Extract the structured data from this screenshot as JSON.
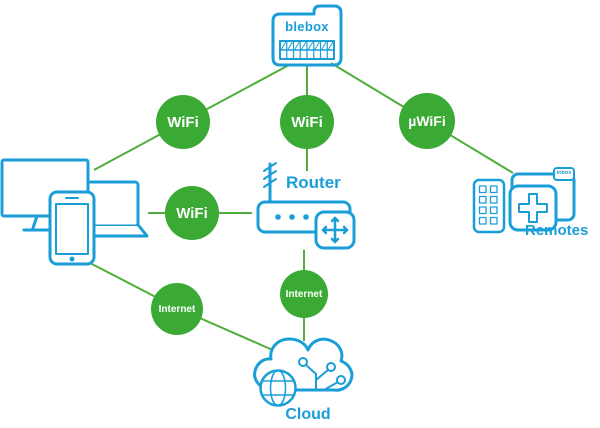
{
  "colors": {
    "blue": "#1a9ed8",
    "green": "#3aaa35",
    "line": "#4fae3c"
  },
  "nodes": {
    "blebox": {
      "label": "blebox"
    },
    "router": {
      "label": "Router"
    },
    "remotes": {
      "label": "Remotes",
      "tag": "inbox"
    },
    "cloud": {
      "label": "Cloud"
    }
  },
  "connectors": {
    "wifi_left": {
      "label": "WiFi"
    },
    "wifi_center": {
      "label": "WiFi"
    },
    "uwifi": {
      "label": "µWiFi"
    },
    "wifi_devices_router": {
      "label": "WiFi"
    },
    "internet_left": {
      "label": "Internet"
    },
    "internet_center": {
      "label": "Internet"
    }
  }
}
